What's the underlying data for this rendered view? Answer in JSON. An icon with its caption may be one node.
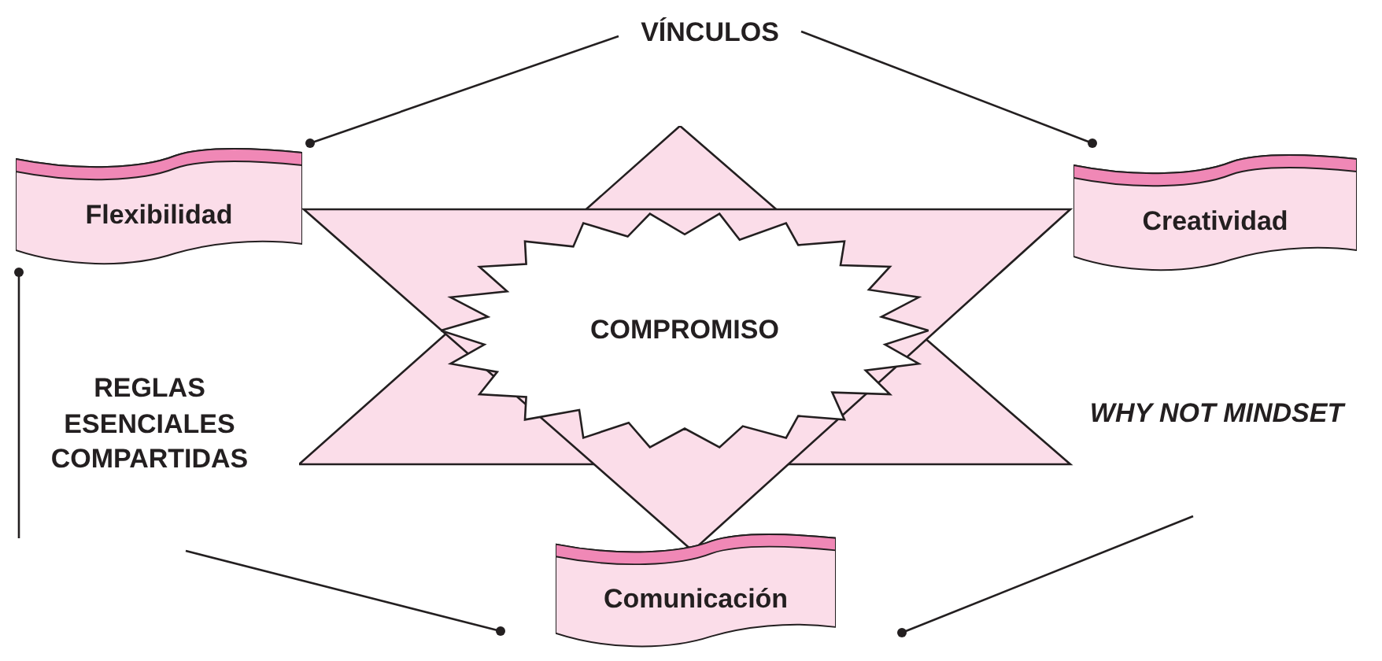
{
  "diagram": {
    "nodes": [
      {
        "text": [
          "VÍNCULOS"
        ]
      },
      {
        "text": [
          "Flexibilidad"
        ]
      },
      {
        "text": [
          "Creatividad"
        ]
      },
      {
        "text": [],
        "shape": "star"
      },
      {
        "text": [
          "COMPROMISO"
        ],
        "in": 3
      },
      {
        "text": [
          "REGLAS ESENCIALES COMPARTIDAS"
        ]
      },
      {
        "text": [
          "WHY NOT MINDSET"
        ]
      },
      {
        "text": [
          "Comunicación"
        ]
      }
    ],
    "edges": [
      {
        "from": 0,
        "to": 1,
        "arrow": "other"
      },
      {
        "from": 0,
        "to": 2,
        "arrow": "other"
      },
      {
        "from": 5,
        "to": 1,
        "arrow": "other"
      },
      {
        "from": 5,
        "to": 7,
        "arrow": "other"
      },
      {
        "from": 6,
        "to": 7,
        "arrow": "other"
      }
    ]
  }
}
